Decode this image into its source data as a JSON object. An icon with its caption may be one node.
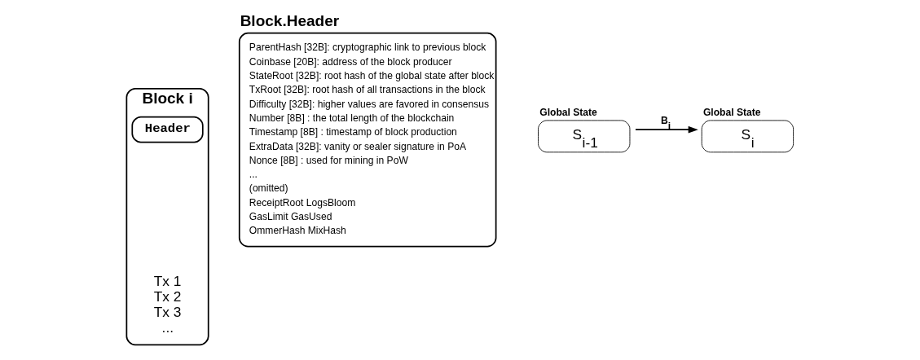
{
  "diagram": {
    "nodes": [
      {
        "text": [
          "Block i"
        ]
      },
      {
        "text": [
          "Header"
        ],
        "in": 0
      },
      {
        "text": [
          "Tx 1",
          "Tx 2",
          "Tx 3",
          "..."
        ],
        "in": 0
      },
      {
        "text": [
          "Block.Header",
          "ParentHash [32B]: cryptographic link to previous block",
          "Coinbase [20B]: address of the block producer",
          "StateRoot [32B]: root hash of the global state after block",
          "TxRoot [32B]: root hash of all transactions in the block",
          "Difficulty [32B]: higher values are favored in consensus",
          "Number [8B] : the total length of the blockchain",
          "Timestamp [8B] : timestamp of block production",
          "ExtraData [32B]: vanity or sealer signature in PoA",
          "Nonce [8B] : used for mining in PoW",
          "...",
          "(omitted)",
          "ReceiptRoot LogsBloom",
          "GasLimit GasUsed",
          "OmmerHash MixHash"
        ]
      },
      {
        "text": [
          "Global State",
          "S$_{i-1}$"
        ]
      },
      {
        "text": [
          "Global State",
          "S$_{i}$"
        ]
      }
    ],
    "edges": [
      {
        "from": 4,
        "to": 5,
        "arrow": "to",
        "label": "B$_{i}$"
      }
    ]
  }
}
